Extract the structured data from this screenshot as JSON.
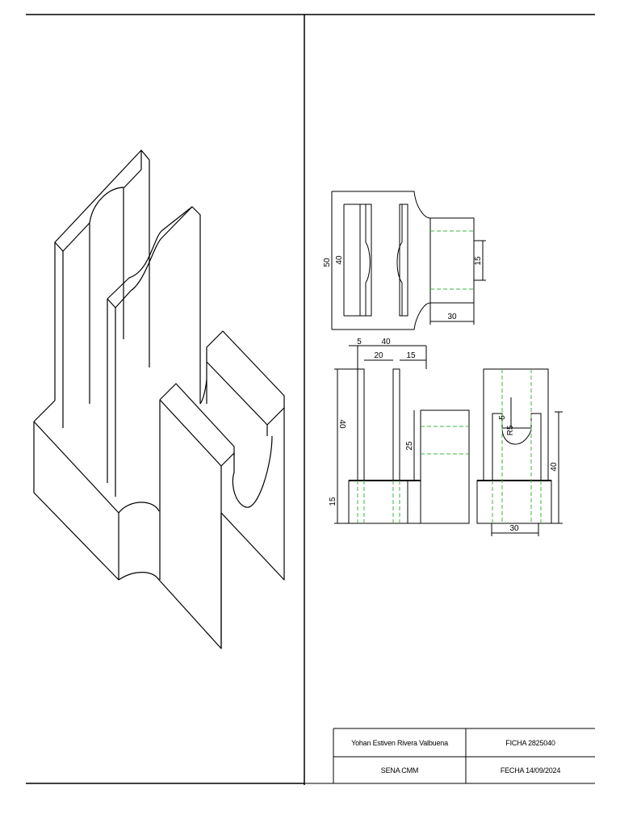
{
  "title_block": {
    "author": "Yohan  Estiven Rivera Valbuena",
    "ficha": "FICHA 2825040",
    "institution": "SENA CMM",
    "date": "FECHA 14/09/2024"
  },
  "top_view": {
    "dim_height_outer": "50",
    "dim_height_inner": "40",
    "dim_slot": "15",
    "dim_width": "30"
  },
  "front_view": {
    "dim_small": "5",
    "dim_total": "40",
    "dim_center": "20",
    "dim_right": "15",
    "dim_height": "40",
    "dim_base": "15",
    "dim_block": "25"
  },
  "side_view": {
    "dim_height": "40",
    "dim_width": "30",
    "dim_hole": "5",
    "dim_radius": "R5"
  },
  "colors": {
    "line": "#000000",
    "hidden": "#3cb43c"
  }
}
